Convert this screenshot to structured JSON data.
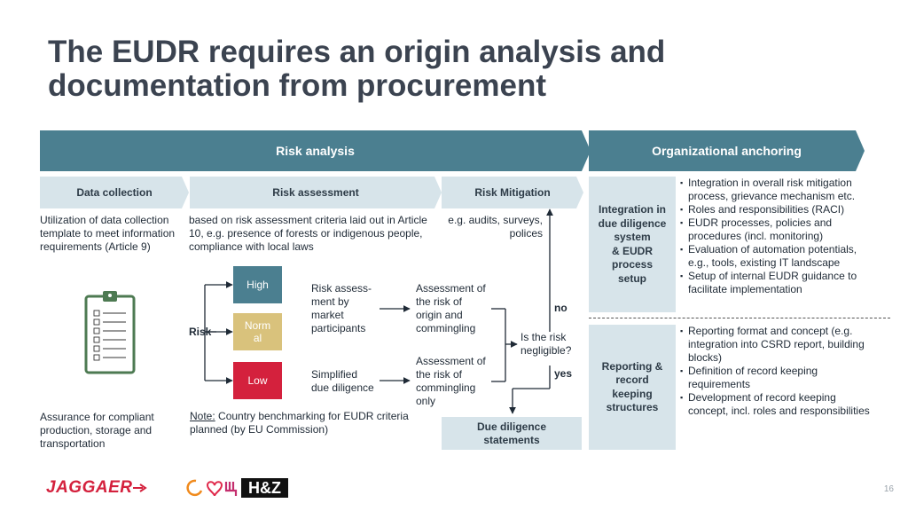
{
  "slide": {
    "title_line1": "The EUDR requires an origin analysis and",
    "title_line2": "documentation from procurement",
    "page_number": "16"
  },
  "header": {
    "risk_analysis": "Risk analysis",
    "organizational_anchoring": "Organizational anchoring"
  },
  "columns": {
    "data_collection": "Data collection",
    "risk_assessment": "Risk assessment",
    "risk_mitigation": "Risk Mitigation"
  },
  "data_collection": {
    "description": "Utilization of data collection template to meet information requirements (Article 9)",
    "assurance": "Assurance for compliant production, storage and transportation"
  },
  "risk_assessment": {
    "description": "based on risk assessment criteria laid out in Article 10, e.g. presence of forests or indigenous people, compliance with local laws",
    "note_label": "Note:",
    "note_text": " Country benchmarking for EUDR criteria planned (by EU Commission)"
  },
  "risk_mitigation": {
    "description": "e.g. audits, surveys, polices"
  },
  "flow": {
    "risk": "Risk",
    "high": "High",
    "normal_1": "Norm",
    "normal_2": "al",
    "low": "Low",
    "assess_1": "Risk assess-",
    "assess_2": "ment by",
    "assess_3": "market",
    "assess_4": "participants",
    "simplified_1": "Simplified",
    "simplified_2": "due diligence",
    "origin_1": "Assessment of",
    "origin_2": "the risk of",
    "origin_3": "origin and",
    "origin_4": "commingling",
    "comm_1": "Assessment of",
    "comm_2": "the risk of",
    "comm_3": "commingling",
    "comm_4": "only",
    "negligible_1": "Is the risk",
    "negligible_2": "negligible?",
    "no": "no",
    "yes": "yes",
    "dds_1": "Due diligence",
    "dds_2": "statements"
  },
  "organizational": {
    "integration": {
      "label_1": "Integration in",
      "label_2": "due diligence",
      "label_3": "system",
      "label_4": "& EUDR",
      "label_5": "process",
      "label_6": "setup",
      "bullets": [
        "Integration in overall risk mitigation process, grievance mechanism etc.",
        "Roles and responsibilities (RACI)",
        "EUDR processes, policies and procedures (incl. monitoring)",
        "Evaluation of automation potentials, e.g., tools, existing IT landscape",
        "Setup of internal EUDR guidance to facilitate implementation"
      ]
    },
    "reporting": {
      "label_1": "Reporting &",
      "label_2": "record",
      "label_3": "keeping",
      "label_4": "structures",
      "bullets": [
        "Reporting format and concept (e.g. integration into CSRD report, building blocks)",
        "Definition of record keeping requirements",
        "Development of record keeping concept, incl. roles and responsibilities"
      ]
    }
  },
  "logos": {
    "jaggaer": "JAGGAER",
    "hz": "H&Z"
  },
  "colors": {
    "header_teal": "#4b7f90",
    "light_blue": "#d7e4ea",
    "high": "#4b7f90",
    "normal": "#d9c27c",
    "low": "#d4213d",
    "jaggaer_red": "#d4213d",
    "clipboard_green": "#4d7a52"
  }
}
